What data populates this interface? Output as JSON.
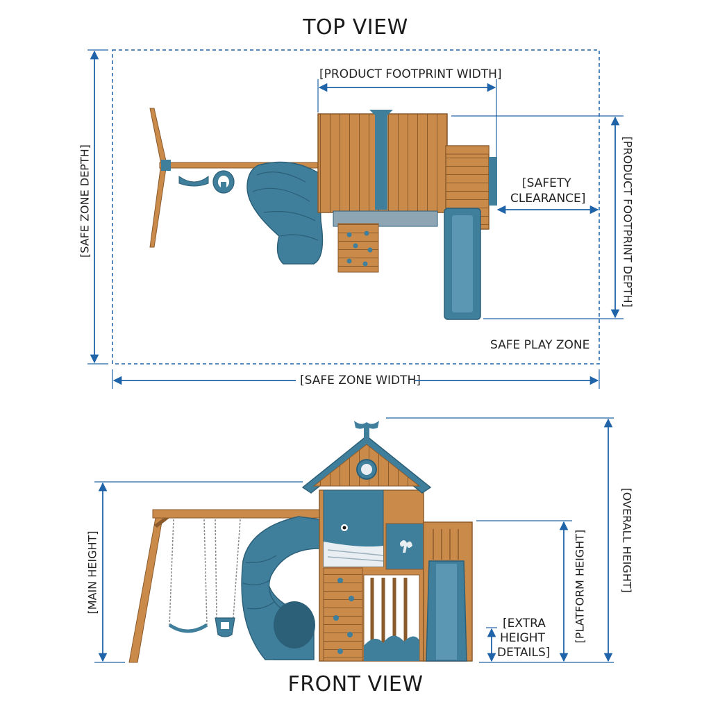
{
  "top_view": {
    "title": "TOP VIEW",
    "labels": {
      "product_footprint_width": "[PRODUCT FOOTPRINT WIDTH]",
      "product_footprint_depth": "[PRODUCT FOOTPRINT DEPTH]",
      "safe_zone_depth": "[SAFE ZONE DEPTH]",
      "safe_zone_width": "[SAFE ZONE WIDTH]",
      "safety_clearance_line1": "[SAFETY",
      "safety_clearance_line2": "CLEARANCE]",
      "safe_play_zone": "SAFE PLAY ZONE"
    }
  },
  "front_view": {
    "title": "FRONT VIEW",
    "labels": {
      "main_height": "[MAIN HEIGHT]",
      "overall_height": "[OVERALL HEIGHT]",
      "platform_height": "[PLATFORM HEIGHT]",
      "extra_height_line1": "[EXTRA",
      "extra_height_line2": "HEIGHT",
      "extra_height_line3": "DETAILS]"
    }
  },
  "colors": {
    "dimension_blue": "#1f63a8",
    "wood": "#c98a4a",
    "wood_dark": "#8a5a2b",
    "plastic_teal": "#3f7f9c",
    "plastic_teal_dark": "#2c5f78"
  }
}
